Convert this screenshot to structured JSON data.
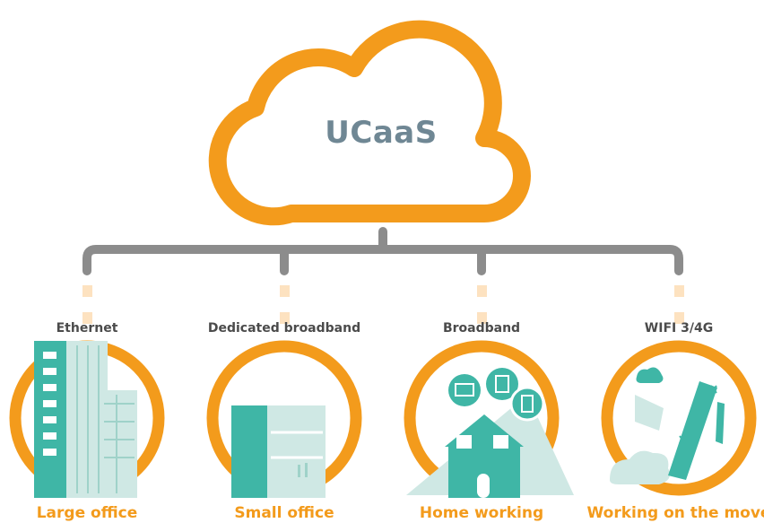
{
  "cloud": {
    "label": "UCaaS"
  },
  "connections": [
    {
      "type": "Ethernet",
      "location": "Large office",
      "icon": "office-tower-icon"
    },
    {
      "type": "Dedicated broadband",
      "location": "Small office",
      "icon": "small-office-icon"
    },
    {
      "type": "Broadband",
      "location": "Home working",
      "icon": "home-devices-icon"
    },
    {
      "type": "WIFI 3/4G",
      "location": "Working on the move",
      "icon": "airplane-icon"
    }
  ],
  "colors": {
    "orange": "#f39b1c",
    "teal": "#3fb6a6",
    "light_teal": "#cfe8e4",
    "grey": "#8c8c8c",
    "cloud_text": "#6f8794",
    "dash": "#fde2c0"
  }
}
